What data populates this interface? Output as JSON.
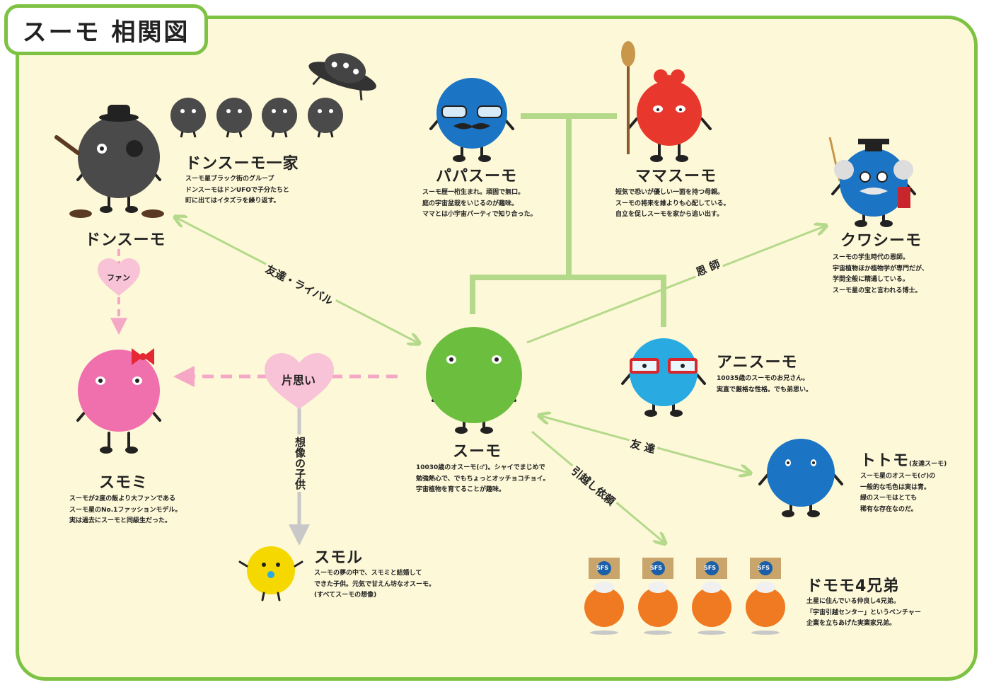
{
  "title": "スーモ 相関図",
  "colors": {
    "frame": "#7dc242",
    "background": "#fdf8d8",
    "link_green": "#b5d98b",
    "link_pink": "#f4a8c6",
    "link_gray": "#c8c8c8"
  },
  "characters": {
    "don": {
      "name": "ドンスーモ"
    },
    "don_family": {
      "name": "ドンスーモ一家",
      "desc": [
        "スーモ星ブラック街のグループ",
        "ドンスーモはドンUFOで子分たちと",
        "町に出てはイタズラを繰り返す。"
      ]
    },
    "papa": {
      "name": "パパスーモ",
      "desc": [
        "スーモ歴一桁生まれ。頑固で無口。",
        "庭の宇宙盆栽をいじるのが趣味。",
        "ママとは小宇宙パーティで知り合った。"
      ]
    },
    "mama": {
      "name": "ママスーモ",
      "desc": [
        "短気で恐いが優しい一面を持つ母親。",
        "スーモの将来を誰よりも心配している。",
        "自立を促しスーモを家から追い出す。"
      ]
    },
    "kuwashi": {
      "name": "クワシーモ",
      "desc": [
        "スーモの学生時代の恩師。",
        "宇宙植物ほか植物学が専門だが、",
        "学問全般に精通している。",
        "スーモ星の宝と言われる博士。"
      ]
    },
    "suumo": {
      "name": "スーモ",
      "desc": [
        "10030歳のオスーモ(♂)。シャイでまじめで",
        "勉強熱心で、でもちょっとオッチョコチョイ。",
        "宇宙植物を育てることが趣味。"
      ]
    },
    "ani": {
      "name": "アニスーモ",
      "desc": [
        "10035歳のスーモのお兄さん。",
        "実直で厳格な性格。でも弟思い。"
      ]
    },
    "sumomi": {
      "name": "スモミ",
      "desc": [
        "スーモが2度の飯より大ファンである",
        "スーモ星のNo.1ファッションモデル。",
        "実は過去にスーモと同級生だった。"
      ]
    },
    "sumoru": {
      "name": "スモル",
      "desc": [
        "スーモの夢の中で、スモミと結婚して",
        "できた子供。元気で甘えん坊なオスーモ。",
        "(すべてスーモの想像)"
      ]
    },
    "totomo": {
      "name": "トトモ",
      "name_note": "(友達スーモ)",
      "desc": [
        "スーモ星のオスーモ(♂)の",
        "一般的な毛色は実は青。",
        "緑のスーモはとても",
        "稀有な存在なのだ。"
      ]
    },
    "domomo": {
      "name": "ドモモ4兄弟",
      "desc": [
        "土星に住んでいる仲良し4兄弟。",
        "「宇宙引越センター」というベンチャー",
        "企業を立ちあげた実業家兄弟。"
      ]
    }
  },
  "relations": {
    "friend_rival": "友達・ライバル",
    "fan": "ファン",
    "one_sided": "片思い",
    "imagined_child": "想像の子供",
    "mentor": "恩 師",
    "friend": "友 達",
    "moving_request": "引越し依頼"
  },
  "box_label": "SFS"
}
